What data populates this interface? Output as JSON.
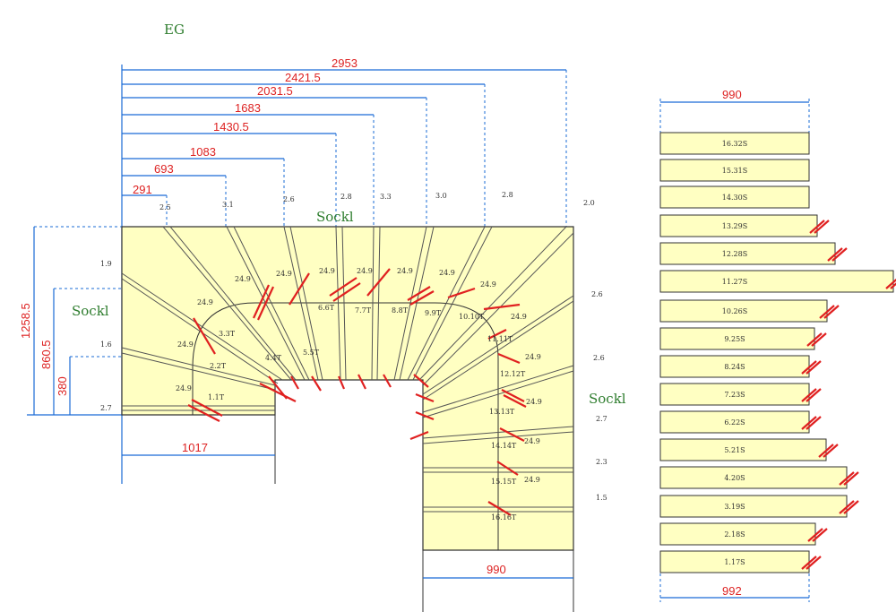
{
  "titles": {
    "floor": "EG"
  },
  "labels": {
    "sockel_top": "Sockl",
    "sockel_left": "Sockl",
    "sockel_right": "Sockl"
  },
  "top_dims": [
    "2953",
    "2421.5",
    "2031.5",
    "1683",
    "1430.5",
    "1083",
    "693",
    "291"
  ],
  "left_dims": [
    "1258.5",
    "860.5",
    "380"
  ],
  "bottom_dims": {
    "left": "1017",
    "right": "990"
  },
  "right_panel": {
    "top": "990",
    "bottom": "992",
    "boards": [
      "16.32S",
      "15.31S",
      "14.30S",
      "13.29S",
      "12.28S",
      "11.27S",
      "10.26S",
      "9.25S",
      "8.24S",
      "7.23S",
      "6.22S",
      "5.21S",
      "4.20S",
      "3.19S",
      "2.18S",
      "1.17S"
    ]
  },
  "small_top": [
    "2.5",
    "3.1",
    "2.6",
    "2.8",
    "3.3",
    "3.0",
    "2.8",
    "2.0"
  ],
  "small_left": [
    "1.9",
    "1.6",
    "2.7"
  ],
  "small_right": [
    "2.6",
    "2.6",
    "2.7",
    "2.3",
    "1.5"
  ],
  "tread_labels": [
    "1.1T",
    "2.2T",
    "3.3T",
    "4.4T",
    "5.5T",
    "6.6T",
    "7.7T",
    "8.8T",
    "9.9T",
    "10.10T",
    "11.11T",
    "12.12T",
    "13.13T",
    "14.14T",
    "15.15T",
    "16.16T"
  ],
  "dim_values_24": "24.9"
}
